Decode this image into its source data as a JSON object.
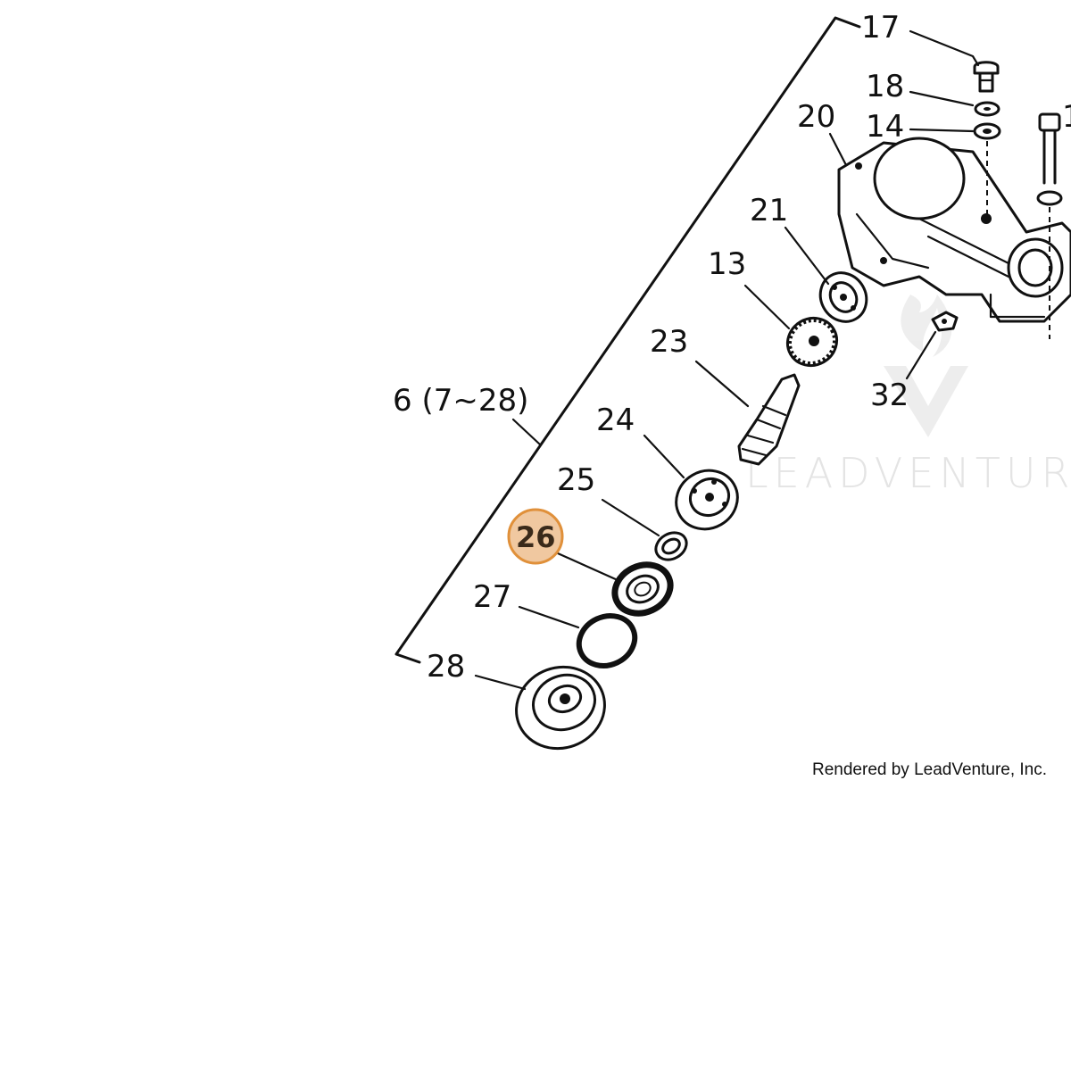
{
  "diagram": {
    "assembly_label": "6 (7~28)",
    "highlighted_part": "26",
    "highlight_color": "#f0c8a0",
    "highlight_border_color": "#e0903a",
    "watermark": "LEADVENTUR",
    "credit": "Rendered by LeadVenture, Inc.",
    "parts": {
      "p17": "17",
      "p18": "18",
      "p14": "14",
      "p20": "20",
      "p21": "21",
      "p13": "13",
      "p23": "23",
      "p24": "24",
      "p25": "25",
      "p26": "26",
      "p27": "27",
      "p28": "28",
      "p32": "32"
    }
  }
}
